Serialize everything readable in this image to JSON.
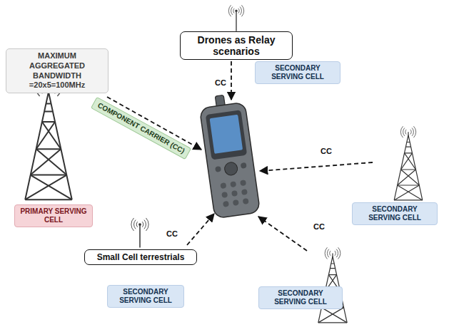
{
  "diagram": {
    "nodes": [
      {
        "text": [
          "MAXIMUM AGGREGATED BANDWIDTH =20x5=100MHz"
        ]
      },
      {
        "text": [
          "Drones as Relay scenarios"
        ]
      },
      {
        "text": [
          "SECONDARY SERVING CELL"
        ]
      },
      {
        "text": [
          "COMPONENT CARRIER (CC)"
        ]
      },
      {
        "text": [
          "PRIMARY SERVING CELL"
        ]
      },
      {
        "text": [
          "SECONDARY SERVING CELL"
        ]
      },
      {
        "text": [
          "Small Cell terrestrials"
        ]
      },
      {
        "text": [
          "SECONDARY SERVING CELL"
        ]
      },
      {
        "text": [
          "SECONDARY SERVING CELL"
        ]
      }
    ],
    "labels": [
      "CC",
      "CC",
      "CC",
      "CC"
    ]
  }
}
